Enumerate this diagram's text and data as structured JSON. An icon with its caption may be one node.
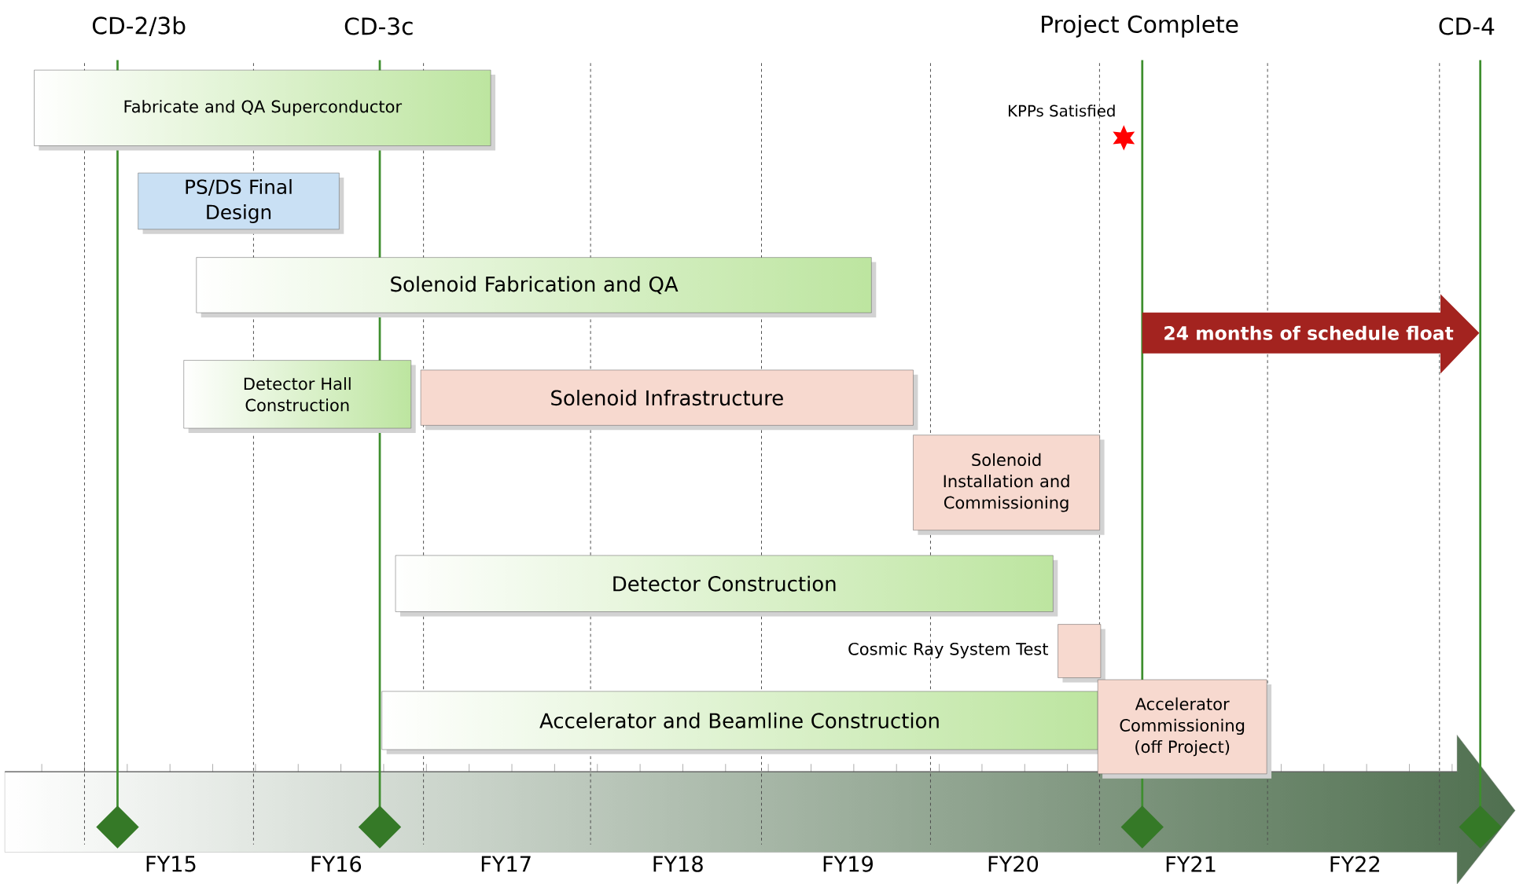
{
  "diagram": {
    "nodes": [
      {
        "text": [
          "Fabricate and  QA Superconductor"
        ]
      },
      {
        "text": [
          "PS/DS Final Design"
        ]
      },
      {
        "text": [
          "Solenoid Fabrication and QA"
        ]
      },
      {
        "text": [
          "Detector Hall Construction"
        ]
      },
      {
        "text": [
          "Solenoid Infrastructure"
        ]
      },
      {
        "text": [
          "Solenoid Installation and Commissioning"
        ]
      },
      {
        "text": [
          "Detector Construction"
        ]
      },
      {
        "text": [],
        "shape": "box",
        "beside": [
          "Cosmic Ray System Test"
        ]
      },
      {
        "text": [
          "Accelerator and Beamline Construction"
        ]
      },
      {
        "text": [
          "Accelerator Commissioning (off Project)"
        ]
      },
      {
        "text": [
          "24 months of schedule float"
        ]
      }
    ],
    "labels": [
      "CD-2/3b",
      "CD-3c",
      "Project Complete",
      "CD-4",
      "KPPs Satisfied",
      "FY15",
      "FY16",
      "FY17",
      "FY18",
      "FY19",
      "FY20",
      "FY21",
      "FY22"
    ]
  }
}
